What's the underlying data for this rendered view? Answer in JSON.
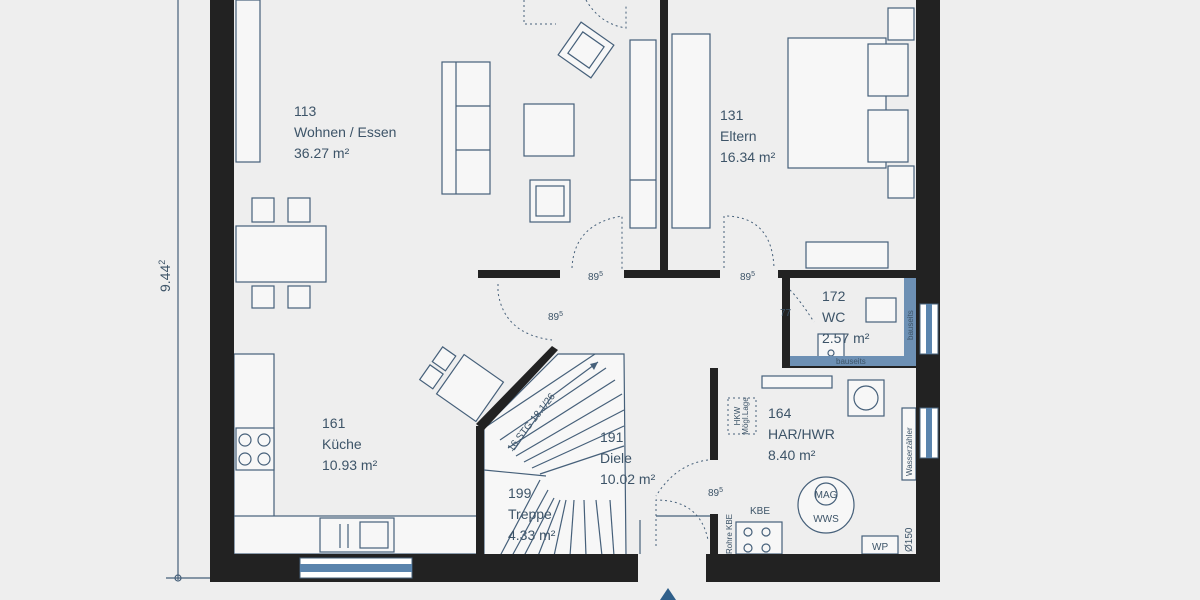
{
  "dimension": {
    "height_label": "9.44",
    "height_sup": "2"
  },
  "rooms": {
    "wohnen": {
      "number": "113",
      "name": "Wohnen / Essen",
      "area": "36.27 m²"
    },
    "eltern": {
      "number": "131",
      "name": "Eltern",
      "area": "16.34 m²"
    },
    "wc": {
      "number": "172",
      "name": "WC",
      "area": "2.57 m²"
    },
    "kueche": {
      "number": "161",
      "name": "Küche",
      "area": "10.93 m²"
    },
    "diele": {
      "number": "191",
      "name": "Diele",
      "area": "10.02 m²"
    },
    "har": {
      "number": "164",
      "name": "HAR/HWR",
      "area": "8.40 m²"
    },
    "treppe": {
      "number": "199",
      "name": "Treppe",
      "area": "4.33 m²"
    }
  },
  "doors": {
    "d1": {
      "w": "89",
      "sup": "5"
    },
    "d2": {
      "w": "89",
      "sup": "5"
    },
    "d3": {
      "w": "89",
      "sup": "5"
    },
    "d4": {
      "w": "89",
      "sup": "5"
    },
    "d_wc": {
      "w": "77"
    }
  },
  "stair": {
    "label": "16 STG 18.1/26"
  },
  "fixtures": {
    "hkw_line1": "HKW",
    "hkw_line2": "Mögl.Lage",
    "mag": "MAG",
    "wws": "WWS",
    "kbe": "KBE",
    "rohre": "Rohre KBE",
    "wp": "WP",
    "o150": "Ø150",
    "wasserzaehler": "Wasserzähler",
    "bauseits1": "bauseits",
    "bauseits2": "bauseits"
  },
  "colors": {
    "wall": "#222222",
    "line": "#46607a",
    "accent": "#5a84ad",
    "background": "#eeeeee"
  }
}
